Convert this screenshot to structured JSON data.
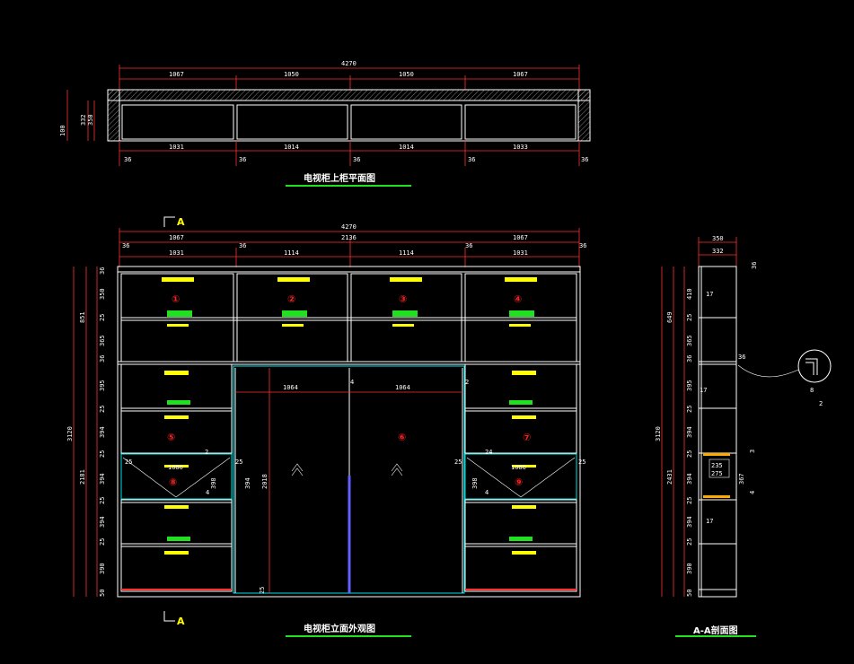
{
  "colors": {
    "background": "#000000",
    "line": "#ffffff",
    "dimension": "#ff3030",
    "glass": "#00e0e0",
    "label": "#ffff00",
    "marker": "#20e020",
    "accent": "#ff2020"
  },
  "top_plan": {
    "title": "电视柜上柜平面图",
    "overall": "4270",
    "widths": [
      "1067",
      "1050",
      "1050",
      "1067"
    ],
    "inner": [
      "1031",
      "1014",
      "1014",
      "1033"
    ],
    "gaps": [
      "36",
      "36",
      "36",
      "36",
      "36"
    ],
    "depths": [
      "100",
      "332",
      "350"
    ]
  },
  "elevation": {
    "title": "电视柜立面外观图",
    "section_mark": "A",
    "overall": "4270",
    "sub_overall": "2136",
    "widths": [
      "1067",
      "1067"
    ],
    "inner": [
      "1031",
      "1114",
      "1114",
      "1031"
    ],
    "gaps": [
      "36",
      "36",
      "36",
      "36"
    ],
    "left_total": "3120",
    "left_mid_a": "851",
    "left_mid_b": "2181",
    "left_dims": [
      "36",
      "350",
      "25",
      "365",
      "36",
      "395",
      "25",
      "394",
      "25",
      "394",
      "25",
      "394",
      "25",
      "390",
      "50"
    ],
    "tv_height": "2018",
    "tv_dims": [
      "1064",
      "1064"
    ],
    "tv_marks": [
      "4",
      "2",
      "25"
    ],
    "cabinet_numbers": [
      "①",
      "②",
      "③",
      "④",
      "⑤",
      "⑥",
      "⑦",
      "⑧",
      "⑨"
    ],
    "glass_dims": [
      "25",
      "25",
      "1086",
      "2",
      "398",
      "394",
      "4"
    ],
    "glass_dims_right": [
      "25",
      "25",
      "1086",
      "24",
      "398",
      "4"
    ]
  },
  "section": {
    "title": "A-A剖面图",
    "top_dims": [
      "350",
      "332",
      "36"
    ],
    "left_total": "3120",
    "left_a": "649",
    "left_b": "2431",
    "left_dims": [
      "410",
      "25",
      "365",
      "36",
      "395",
      "25",
      "394",
      "25",
      "394",
      "25",
      "394",
      "25",
      "390",
      "50"
    ],
    "marks": [
      "17",
      "36",
      "17",
      "17",
      "3",
      "4",
      "235",
      "275",
      "367",
      "2",
      "8"
    ]
  }
}
